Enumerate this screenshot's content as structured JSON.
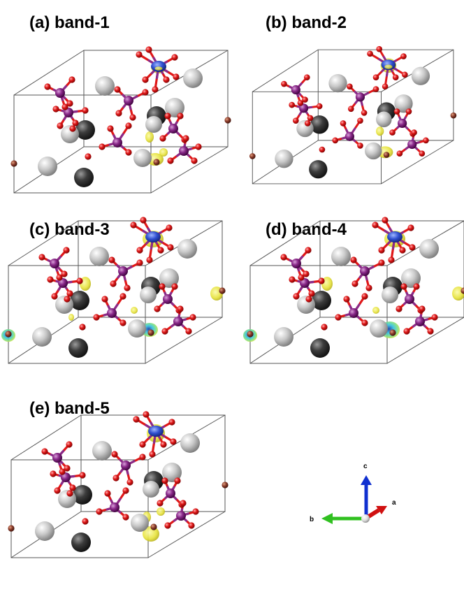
{
  "panels": [
    {
      "id": "a",
      "title": "(a) band-1",
      "variant": 1
    },
    {
      "id": "b",
      "title": "(b) band-2",
      "variant": 2
    },
    {
      "id": "c",
      "title": "(c) band-3",
      "variant": 3
    },
    {
      "id": "d",
      "title": "(d) band-4",
      "variant": 4
    },
    {
      "id": "e",
      "title": "(e) band-5",
      "variant": 5
    }
  ],
  "axes": {
    "a": "a",
    "b": "b",
    "c": "c"
  },
  "colors": {
    "oxygen": "#e01818",
    "phosphorus": "#8a2a8a",
    "metal_light": "#c8c8c8",
    "metal_dark": "#3c3c3c",
    "center_blue": "#3050d0",
    "isosurface_yellow": "#e6e23a",
    "isosurface_cyan": "#30c0e0",
    "edge_atom": "#8a3a2a",
    "axis_a": "#d01010",
    "axis_b": "#30c020",
    "axis_c": "#1030d0",
    "cell_line": "#555555"
  }
}
